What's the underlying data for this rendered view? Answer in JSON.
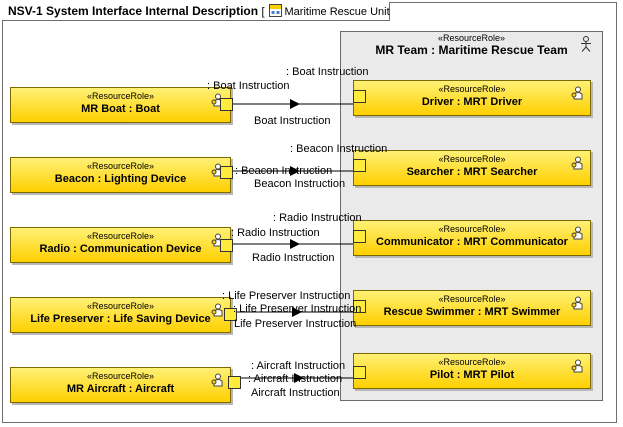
{
  "frame": {
    "title": "NSV-1 System Interface Internal Description",
    "context_icon": "nsv-diagram-icon",
    "context_name": "Maritime Rescue Unit"
  },
  "team": {
    "stereotype": "«ResourceRole»",
    "name": "MR Team : Maritime Rescue Team"
  },
  "left_roles": [
    {
      "stereotype": "«ResourceRole»",
      "name": "MR Boat : Boat"
    },
    {
      "stereotype": "«ResourceRole»",
      "name": "Beacon : Lighting Device"
    },
    {
      "stereotype": "«ResourceRole»",
      "name": "Radio : Communication Device"
    },
    {
      "stereotype": "«ResourceRole»",
      "name": "Life Preserver : Life Saving Device"
    },
    {
      "stereotype": "«ResourceRole»",
      "name": "MR Aircraft : Aircraft"
    }
  ],
  "right_roles": [
    {
      "stereotype": "«ResourceRole»",
      "name": "Driver : MRT Driver"
    },
    {
      "stereotype": "«ResourceRole»",
      "name": "Searcher : MRT Searcher"
    },
    {
      "stereotype": "«ResourceRole»",
      "name": "Communicator : MRT Communicator"
    },
    {
      "stereotype": "«ResourceRole»",
      "name": "Rescue Swimmer : MRT Swimmer"
    },
    {
      "stereotype": "«ResourceRole»",
      "name": "Pilot : MRT Pilot"
    }
  ],
  "connectors": [
    {
      "source_port": ": Boat Instruction",
      "target_port": ": Boat Instruction",
      "flow": "Boat Instruction"
    },
    {
      "source_port": ": Beacon Instruction",
      "target_port": ": Beacon Instruction",
      "flow": "Beacon Instruction"
    },
    {
      "source_port": ": Radio Instruction",
      "target_port": ": Radio Instruction",
      "flow": "Radio Instruction"
    },
    {
      "source_port": ": Life Preserver Instruction",
      "target_port": ": Life Preserver Instruction",
      "flow": "Life Preserver Instruction"
    },
    {
      "source_port": ": Aircraft Instruction",
      "target_port": ": Aircraft Instruction",
      "flow": "Aircraft Instruction"
    }
  ],
  "colors": {
    "role_fill_top": "#fff176",
    "role_fill_bottom": "#ffd000",
    "team_fill": "#eaeaea",
    "border": "#6e6e6e"
  },
  "icons": {
    "role": "role-person-icon",
    "team": "stick-figure-icon"
  }
}
